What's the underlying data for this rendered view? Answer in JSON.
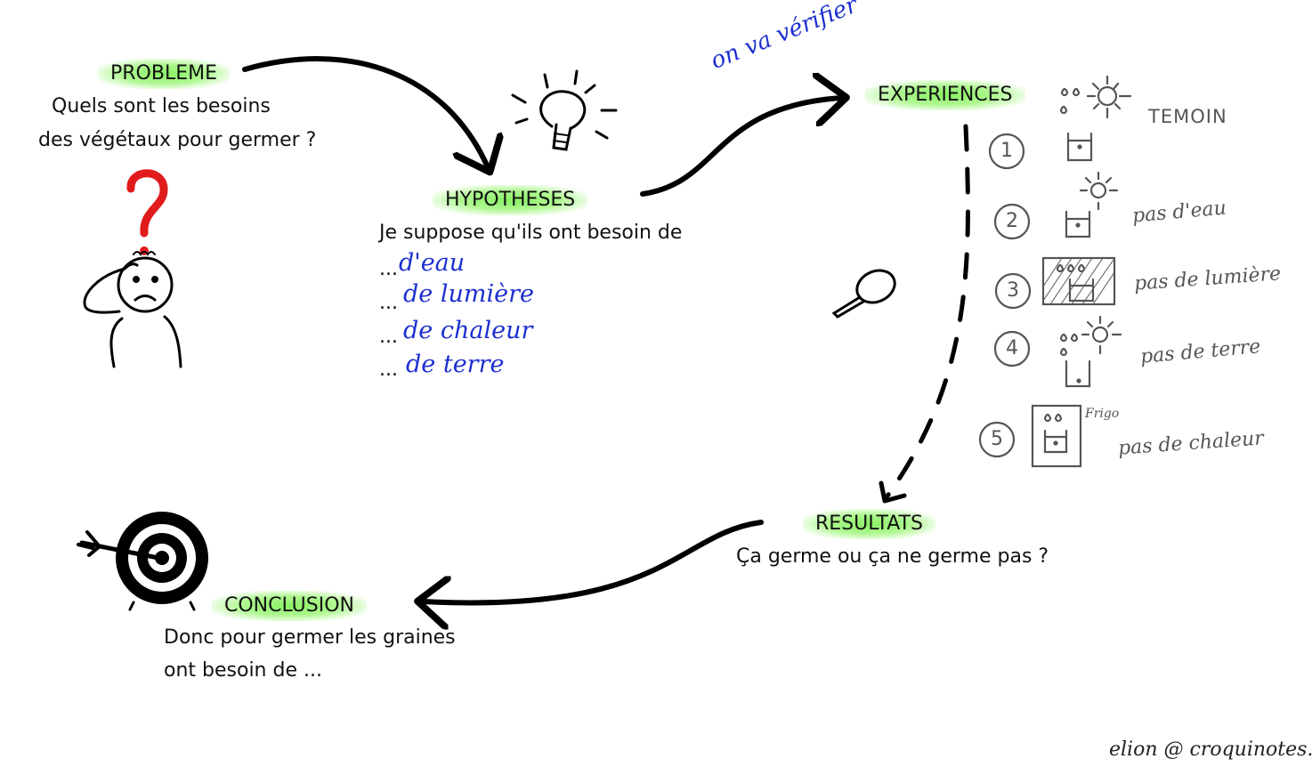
{
  "probleme": {
    "heading": "PROBLEME",
    "lines": [
      "Quels sont les besoins",
      "des végétaux pour germer ?"
    ]
  },
  "hypotheses": {
    "heading": "HYPOTHESES",
    "intro": "Je suppose qu'ils ont besoin de",
    "dots": "...",
    "items": [
      "d'eau",
      "de lumière",
      "de chaleur",
      "de terre"
    ]
  },
  "arrow_label": "on va vérifier",
  "experiences": {
    "heading": "EXPERIENCES",
    "temoin": "TEMOIN",
    "rows": [
      {
        "num": "1",
        "note": ""
      },
      {
        "num": "2",
        "note": "pas d'eau"
      },
      {
        "num": "3",
        "note": "pas de lumière"
      },
      {
        "num": "4",
        "note": "pas de terre"
      },
      {
        "num": "5",
        "note": "pas de chaleur",
        "tag": "Frigo"
      }
    ]
  },
  "resultats": {
    "heading": "RESULTATS",
    "line": "Ça germe ou ça ne germe pas ?"
  },
  "conclusion": {
    "heading": "CONCLUSION",
    "lines": [
      "Donc pour germer les graines",
      "ont besoin de ..."
    ]
  },
  "signature": "elion @ croquinotes.fr",
  "colors": {
    "highlight": "#7CF05A",
    "blue_ink": "#1D2FD0",
    "question_mark": "#E11B1B",
    "grey_ink": "#555555"
  },
  "icons": [
    "question-mark-icon",
    "thinking-person-icon",
    "light-bulb-icon",
    "magnifying-glass-icon",
    "target-icon",
    "sun-icon",
    "water-drops-icon",
    "pot-icon",
    "fridge-icon"
  ]
}
